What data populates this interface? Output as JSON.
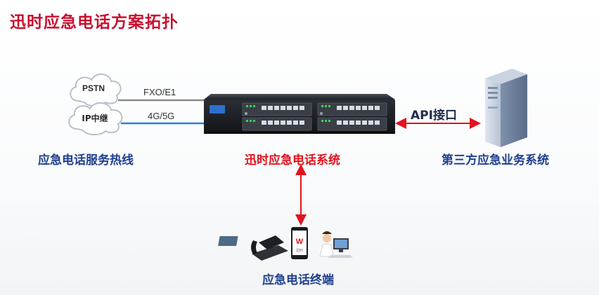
{
  "title": "迅时应急电话方案拓扑",
  "left": {
    "cloud_pstn": "PSTN",
    "cloud_ip": "IP中继",
    "link_top": "FXO/E1",
    "link_bottom": "4G/5G",
    "caption": "应急电话服务热线"
  },
  "center": {
    "caption": "迅时应急电话系统"
  },
  "right": {
    "link_label": "API接口",
    "caption": "第三方应急业务系统"
  },
  "bottom": {
    "caption": "应急电话终端",
    "phone_logo": "W",
    "phone_logo_caption": "迅时"
  },
  "colors": {
    "title": "#c8102e",
    "red_arrow": "#e0141e",
    "blue_line": "#2c7fd4",
    "gray_line": "#8a8a8a",
    "label_blue": "#1f3f8f"
  }
}
